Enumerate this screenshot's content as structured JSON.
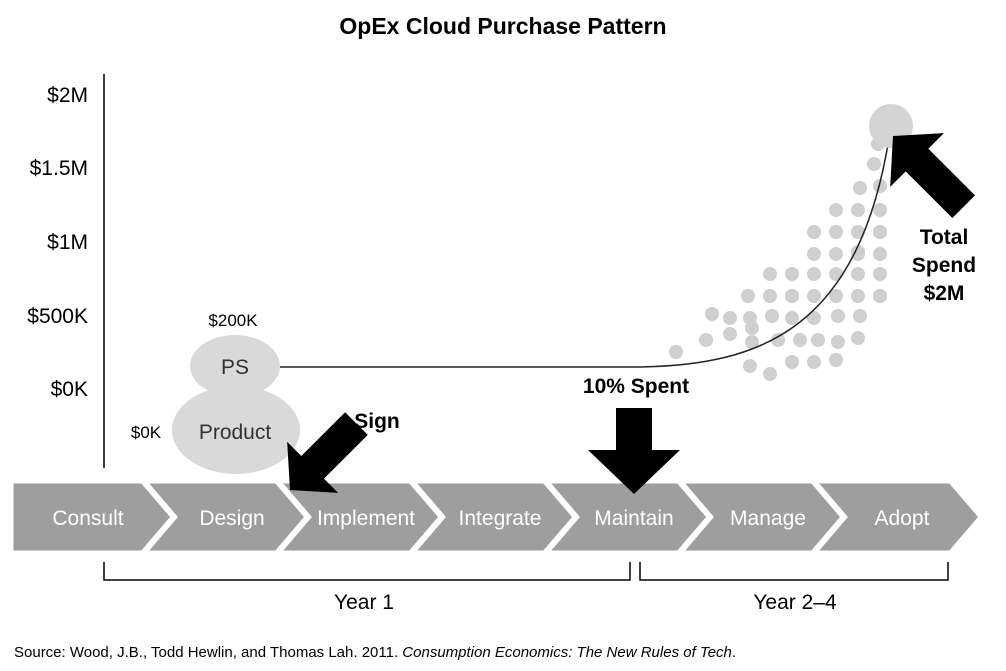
{
  "title": "OpEx Cloud Purchase Pattern",
  "y_ticks": [
    "$2M",
    "$1.5M",
    "$1M",
    "$500K",
    "$0K"
  ],
  "bubbles": {
    "ps_value": "$200K",
    "ps_label": "PS",
    "product_value": "$0K",
    "product_label": "Product"
  },
  "annotations": {
    "sign": "Sign",
    "ten_percent": "10% Spent",
    "total_line1": "Total",
    "total_line2": "Spend",
    "total_line3": "$2M"
  },
  "stages": [
    "Consult",
    "Design",
    "Implement",
    "Integrate",
    "Maintain",
    "Manage",
    "Adopt"
  ],
  "years": [
    "Year 1",
    "Year 2–4"
  ],
  "source": {
    "prefix": "Source: Wood, J.B., Todd Hewlin, and Thomas Lah. 2011. ",
    "book": "Consumption Economics: The New Rules of Tech",
    "suffix": "."
  },
  "colors": {
    "stage_fill": "#9e9e9e",
    "bubble_fill": "#d9d9d9",
    "dot_fill": "#cfcfcf"
  }
}
